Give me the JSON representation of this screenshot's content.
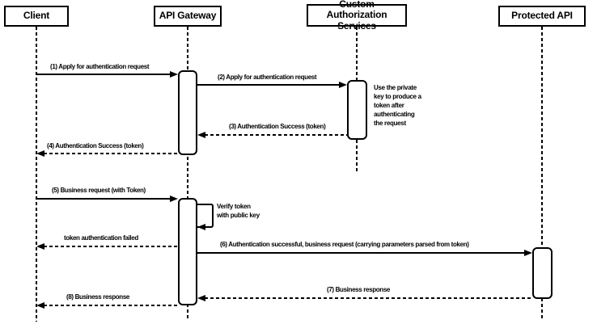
{
  "diagram_type": "sequence-diagram",
  "colors": {
    "line": "#000000",
    "background": "#ffffff",
    "shape_fill": "#ffffff"
  },
  "actors": [
    {
      "id": "client",
      "label": "Client"
    },
    {
      "id": "api-gateway",
      "label": "API Gateway"
    },
    {
      "id": "custom-authorization-services",
      "label": "Custom Authorization\nServices"
    },
    {
      "id": "protected-api",
      "label": "Protected API"
    }
  ],
  "messages": [
    {
      "label": "(1) Apply for authentication request",
      "from": "Client",
      "to": "API Gateway",
      "line": "solid"
    },
    {
      "label": "(2) Apply for authentication request",
      "from": "API Gateway",
      "to": "Custom Authorization Services",
      "line": "solid"
    },
    {
      "label": "(3) Authentication Success (token)",
      "from": "Custom Authorization Services",
      "to": "API Gateway",
      "line": "dashed"
    },
    {
      "label": "(4) Authentication Success (token)",
      "from": "API Gateway",
      "to": "Client",
      "line": "dashed"
    },
    {
      "label": "(5) Business request (with Token)",
      "from": "Client",
      "to": "API Gateway",
      "line": "solid"
    },
    {
      "label": "token authentication failed",
      "from": "API Gateway",
      "to": "Client",
      "line": "dashed"
    },
    {
      "label": "(6) Authentication successful, business request (carrying parameters parsed from token)",
      "from": "API Gateway",
      "to": "Protected API",
      "line": "solid"
    },
    {
      "label": "(7) Business response",
      "from": "Protected API",
      "to": "API Gateway",
      "line": "dashed"
    },
    {
      "label": "(8) Business response",
      "from": "API Gateway",
      "to": "Client",
      "line": "dashed"
    }
  ],
  "self_message": {
    "label": "Verify token\nwith public key",
    "actor": "API Gateway"
  },
  "notes": [
    {
      "label": "Use the private\nkey to produce a\ntoken after\nauthenticating\nthe request",
      "attached_to": "Custom Authorization Services"
    }
  ]
}
